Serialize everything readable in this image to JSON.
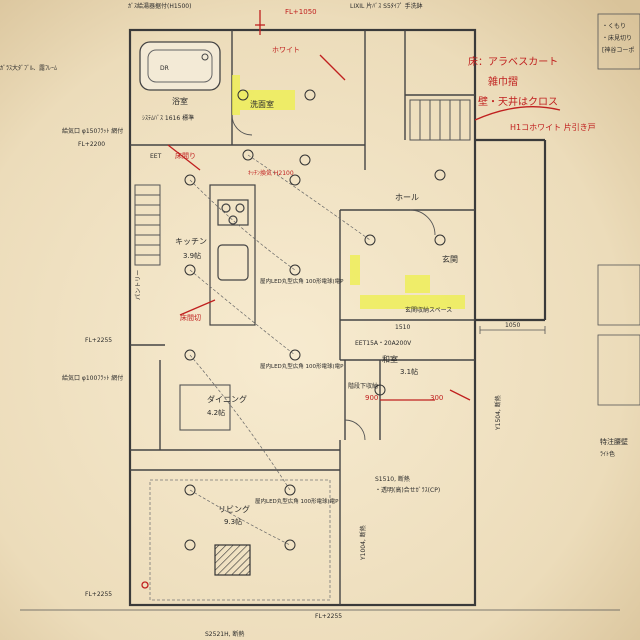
{
  "rooms": {
    "bath": "浴室",
    "washroom": "洗面室",
    "kitchen": "キッチン",
    "kitchen_size": "3.9帖",
    "dining": "ダイニング",
    "dining_size": "4.2帖",
    "living": "リビング",
    "living_size": "9.3帖",
    "washitsu": "和室",
    "washitsu_size": "3.1帖",
    "genkan": "玄関",
    "hall": "ホール",
    "storage": "玄関収納スペース",
    "pantry": "パントリー",
    "storage_h": "階段下収納"
  },
  "labels": {
    "top_left": "ｶﾞｽ給湯器据付(H1500)",
    "top_center": "LIXIL 片ﾊﾞｽ S5ﾀｲﾌﾟ 手洗鉢",
    "vent_top": "給気口 φ150ﾌﾗｯﾄ 網付",
    "fl_2200": "FL+2200",
    "fl_2255_a": "FL+2255",
    "fl_2255_b": "FL+2255",
    "fl_2255_c": "FL+2255",
    "fl_1050": "FL+1050",
    "dim_1050": "1050",
    "dim_1510": "1510",
    "dim_900": "900",
    "dim_300": "300",
    "s1510": "S1510, 断熱",
    "s2521": "S2521H, 断熱",
    "y1504": "Y1504, 断熱",
    "y1004": "Y1004, 断熱",
    "eet": "EET15A・20A200V",
    "light": "屋内LED丸型広角 100形電球(電P",
    "eet_small": "EET",
    "outlet_note": "ｷｯﾁﾝ換気 H2100",
    "bath_spec": "ｼｽﾃﾑﾊﾞｽ 1616 標準",
    "sash_note": "・透明(高)合せｶﾞﾗｽ(CP)",
    "vent_bottom": "給気口 φ100ﾌﾗｯﾄ 網付",
    "side_top": "ｶﾞﾗｽ大ﾀﾞﾌﾞﾙ、露ﾌﾚｰﾑ",
    "side_right": "特注腰壁",
    "side_right2": "ﾗｲﾄ色"
  },
  "annotations": {
    "floor_note": "床：アラベスカート",
    "stair_note": "雑巾摺",
    "wall_note": "壁・天井はクロス",
    "door_note": "H1コホワイト 片引き戸",
    "kitchen_note": "床間り",
    "corner_note": "床間切",
    "cupboard_note": "ホワイト",
    "side_a": "・くもり",
    "side_b": "・床見切り",
    "side_c": "[神谷コーポ"
  }
}
